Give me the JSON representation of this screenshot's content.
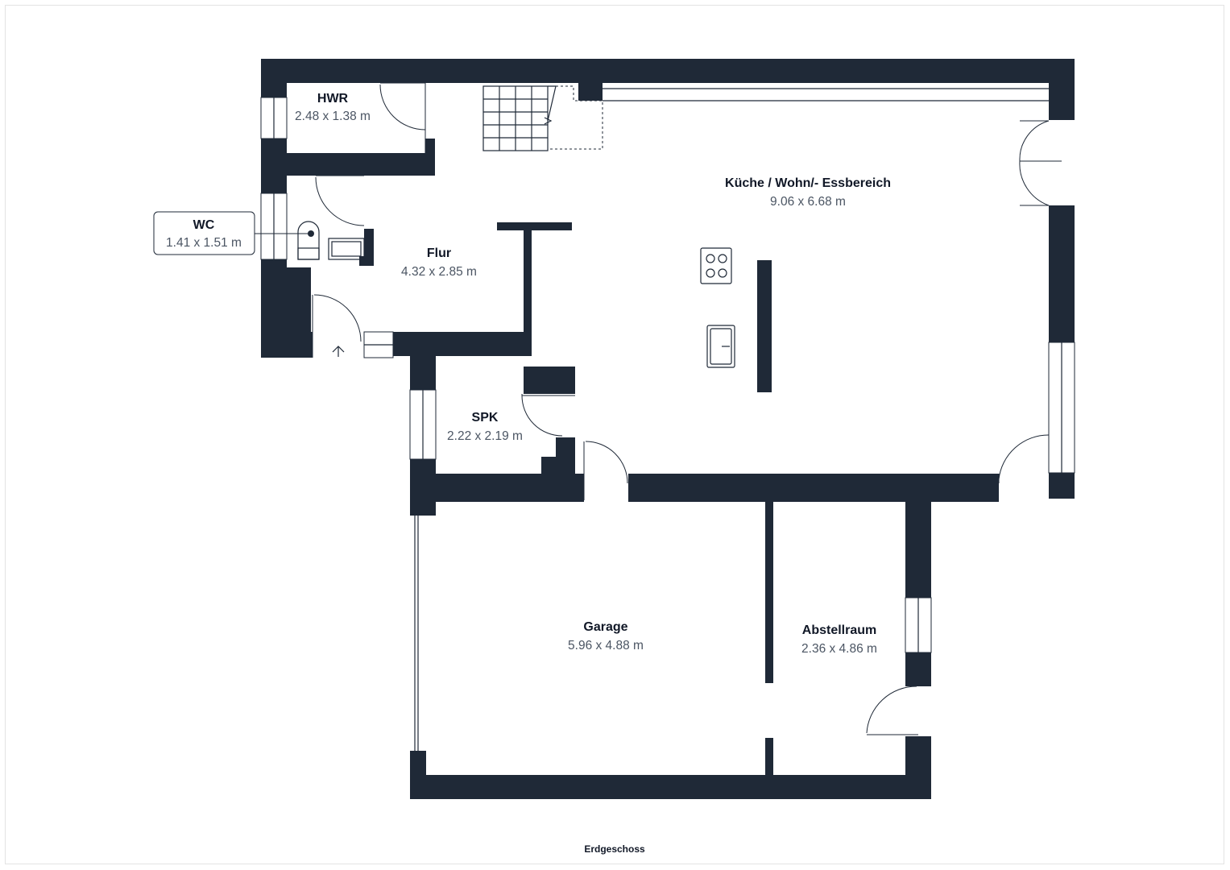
{
  "plan": {
    "floor_label": "Erdgeschoss",
    "colors": {
      "wall": "#1f2937",
      "text": "#111827",
      "dimension": "#4b5563"
    },
    "rooms": [
      {
        "id": "hwr",
        "name": "HWR",
        "size": "2.48 x 1.38 m"
      },
      {
        "id": "wc",
        "name": "WC",
        "size": "1.41 x 1.51 m"
      },
      {
        "id": "flur",
        "name": "Flur",
        "size": "4.32 x 2.85 m"
      },
      {
        "id": "kueche",
        "name": "Küche / Wohn/- Essbereich",
        "size": "9.06 x 6.68 m"
      },
      {
        "id": "spk",
        "name": "SPK",
        "size": "2.22 x 2.19 m"
      },
      {
        "id": "garage",
        "name": "Garage",
        "size": "5.96 x 4.88 m"
      },
      {
        "id": "abstellraum",
        "name": "Abstellraum",
        "size": "2.36 x 4.86 m"
      }
    ],
    "icons": [
      "stairs-icon",
      "toilet-icon",
      "sink-icon",
      "cooktop-icon",
      "kitchen-sink-icon",
      "entrance-arrow-icon"
    ]
  }
}
